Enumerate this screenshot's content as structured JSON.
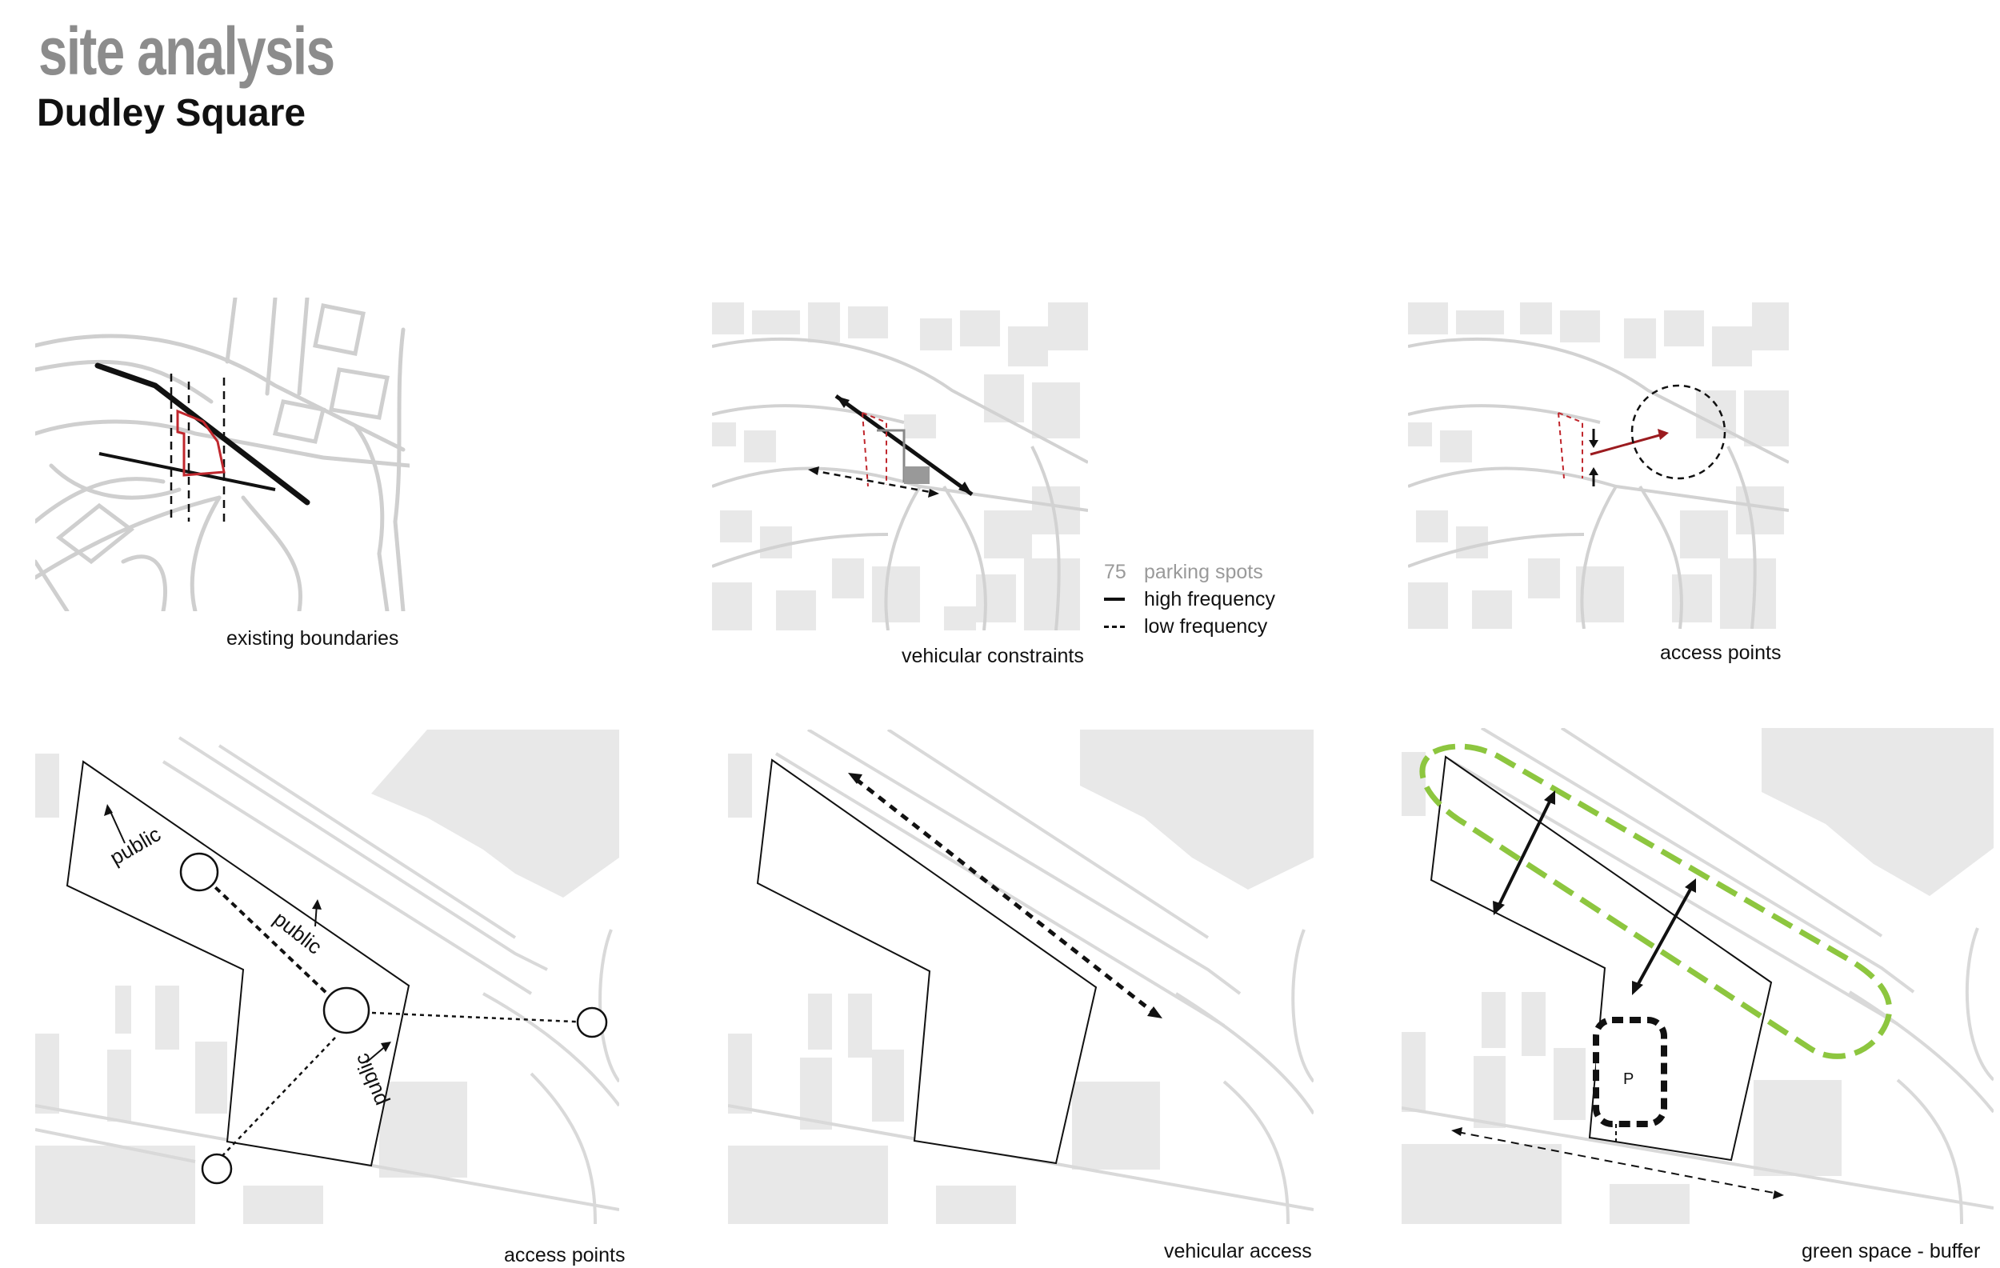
{
  "header": {
    "title": "site analysis",
    "subtitle": "Dudley Square"
  },
  "panels": [
    {
      "caption": "existing boundaries"
    },
    {
      "caption": "vehicular constraints"
    },
    {
      "caption": "access points"
    },
    {
      "caption": "access points"
    },
    {
      "caption": "vehicular access"
    },
    {
      "caption": "green space -  buffer"
    }
  ],
  "legend": {
    "count": "75",
    "count_label": "parking spots",
    "high": "high frequency",
    "low": "low frequency"
  },
  "labels": {
    "public_1": "public",
    "public_2": "public",
    "public_3": "public",
    "parking": "P"
  },
  "colors": {
    "site_outline": "#c0272d",
    "green_buffer": "#8dc63f",
    "building_fill": "#e6e6e6",
    "arrow_red": "#9b1b1f"
  }
}
